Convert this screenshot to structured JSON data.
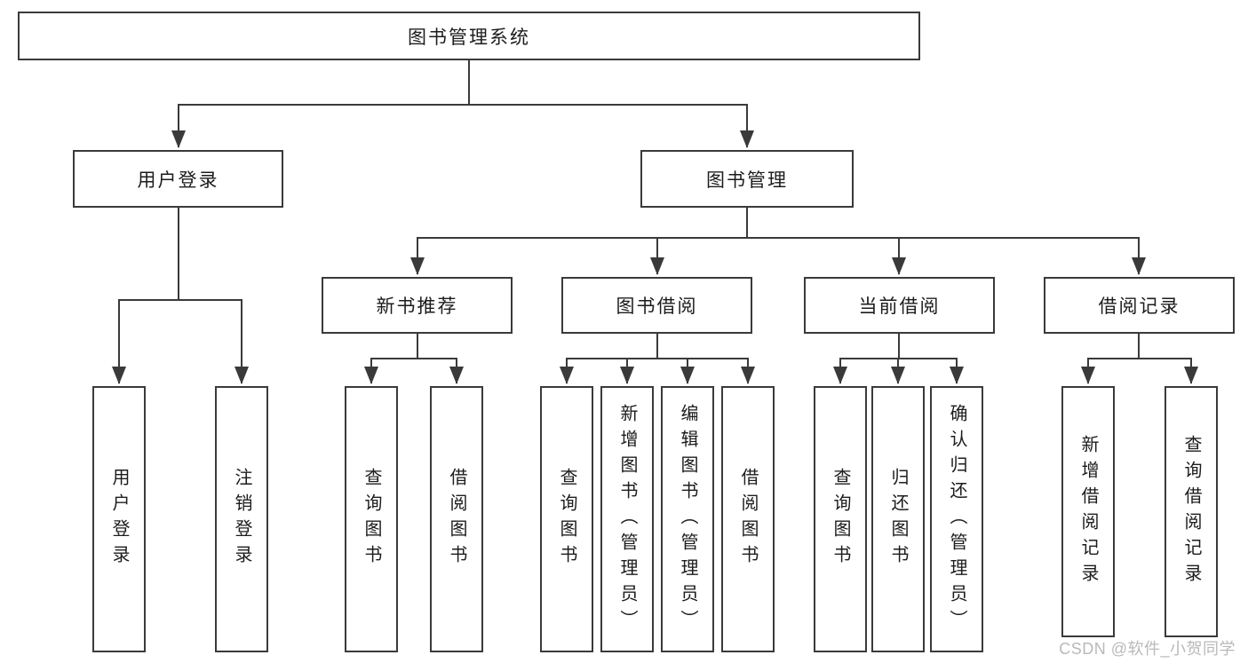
{
  "diagram": {
    "root": {
      "label": "图书管理系统"
    },
    "level2": {
      "user_login": {
        "label": "用户登录"
      },
      "book_mgmt": {
        "label": "图书管理"
      }
    },
    "level3": {
      "new_book_rec": {
        "label": "新书推荐"
      },
      "book_borrow": {
        "label": "图书借阅"
      },
      "current_borrow": {
        "label": "当前借阅"
      },
      "borrow_records": {
        "label": "借阅记录"
      }
    },
    "leaves": {
      "login_user_login": "用户登录",
      "login_logout": "注销登录",
      "rec_query_book": "查询图书",
      "rec_borrow_book": "借阅图书",
      "bor_query_book": "查询图书",
      "bor_add_book": "新增图书（管理员）",
      "bor_edit_book": "编辑图书（管理员）",
      "bor_borrow_book": "借阅图书",
      "cur_query_book": "查询图书",
      "cur_return_book": "归还图书",
      "cur_confirm_return": "确认归还（管理员）",
      "recd_add_record": "新增借阅记录",
      "recd_query_record": "查询借阅记录"
    }
  },
  "watermark": "CSDN @软件_小贺同学",
  "colors": {
    "line": "#3a3a3a",
    "text": "#1c1c1c",
    "watermark_text": "#b9b9b9",
    "background": "#ffffff"
  }
}
